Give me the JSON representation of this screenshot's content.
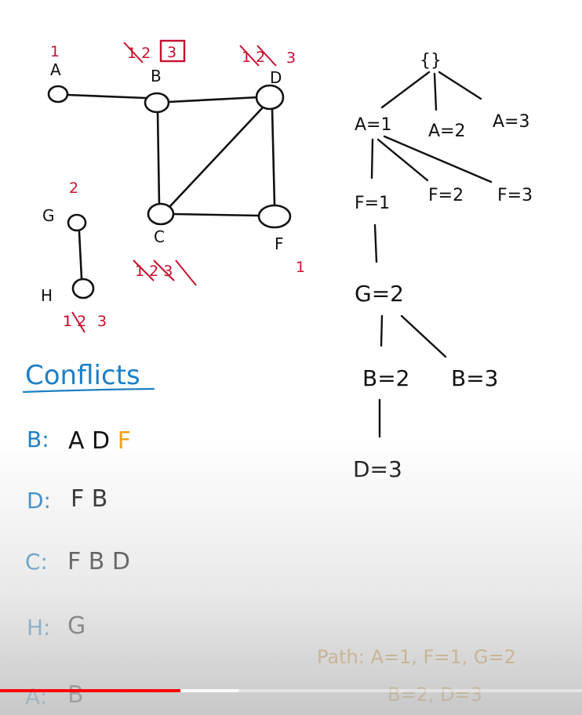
{
  "graph": {
    "nodes": {
      "A": {
        "label": "A",
        "domain_note": "1"
      },
      "B": {
        "label": "B",
        "domain_note_struck": "1 2",
        "domain_note_boxed": "3"
      },
      "D": {
        "label": "D",
        "domain_note_struck": "1 2",
        "domain_note": "3"
      },
      "C": {
        "label": "C",
        "domain_note_struck": "1 2 3"
      },
      "F": {
        "label": "F",
        "domain_note": "1"
      },
      "G": {
        "label": "G",
        "domain_note": "2"
      },
      "H": {
        "label": "H",
        "domain_note_struck": "1 2",
        "domain_note": "3",
        "domain_note_pre": "1"
      }
    },
    "edges": [
      [
        "A",
        "B"
      ],
      [
        "B",
        "D"
      ],
      [
        "B",
        "C"
      ],
      [
        "C",
        "D"
      ],
      [
        "C",
        "F"
      ],
      [
        "D",
        "F"
      ],
      [
        "G",
        "H"
      ]
    ]
  },
  "tree": {
    "root": "{}",
    "level1": [
      "A=1",
      "A=2",
      "A=3"
    ],
    "level2": [
      "F=1",
      "F=2",
      "F=3"
    ],
    "level3": [
      "G=2"
    ],
    "level4": [
      "B=2",
      "B=3"
    ],
    "level5": [
      "D=3"
    ]
  },
  "conflicts": {
    "title": "Conflicts",
    "rows": [
      {
        "var": "B:",
        "list": "A D",
        "extra": "F"
      },
      {
        "var": "D:",
        "list": "F B",
        "extra": ""
      },
      {
        "var": "C:",
        "list": "F B D",
        "extra": ""
      },
      {
        "var": "H:",
        "list": "G",
        "extra": ""
      },
      {
        "var": "A:",
        "list": "B",
        "extra": ""
      }
    ]
  },
  "path": {
    "line1": "Path: A=1, F=1, G=2",
    "line2": "B=2, D=3"
  },
  "video": {
    "played_fraction": 0.31,
    "buffered_fraction": 0.41
  },
  "colors": {
    "ink": "#111111",
    "red": "#c8102e",
    "blue": "#1e7fc4",
    "orange": "#f0a21f",
    "path": "#c9891f",
    "progress": "#ff0000"
  }
}
